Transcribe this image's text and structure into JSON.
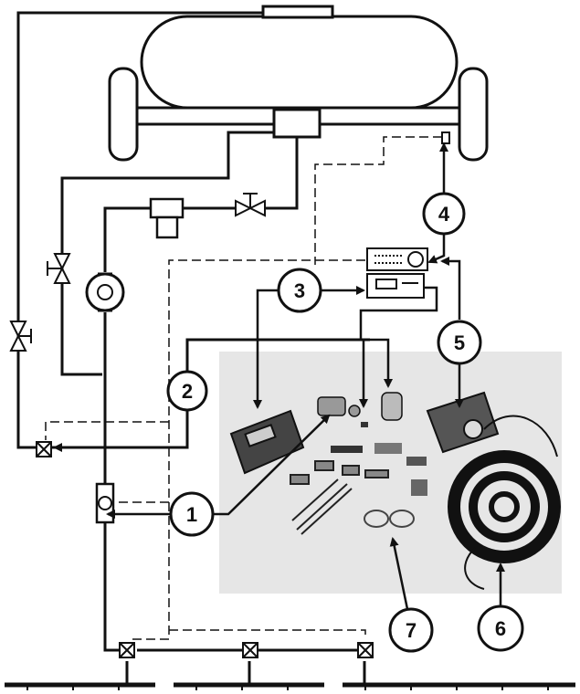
{
  "diagram": {
    "callouts": [
      {
        "id": "1",
        "label": "1"
      },
      {
        "id": "2",
        "label": "2"
      },
      {
        "id": "3",
        "label": "3"
      },
      {
        "id": "4",
        "label": "4"
      },
      {
        "id": "5",
        "label": "5"
      },
      {
        "id": "6",
        "label": "6"
      },
      {
        "id": "7",
        "label": "7"
      }
    ]
  },
  "colors": {
    "line": "#111111",
    "photo_bg": "#e6e6e6",
    "paper": "#ffffff"
  }
}
